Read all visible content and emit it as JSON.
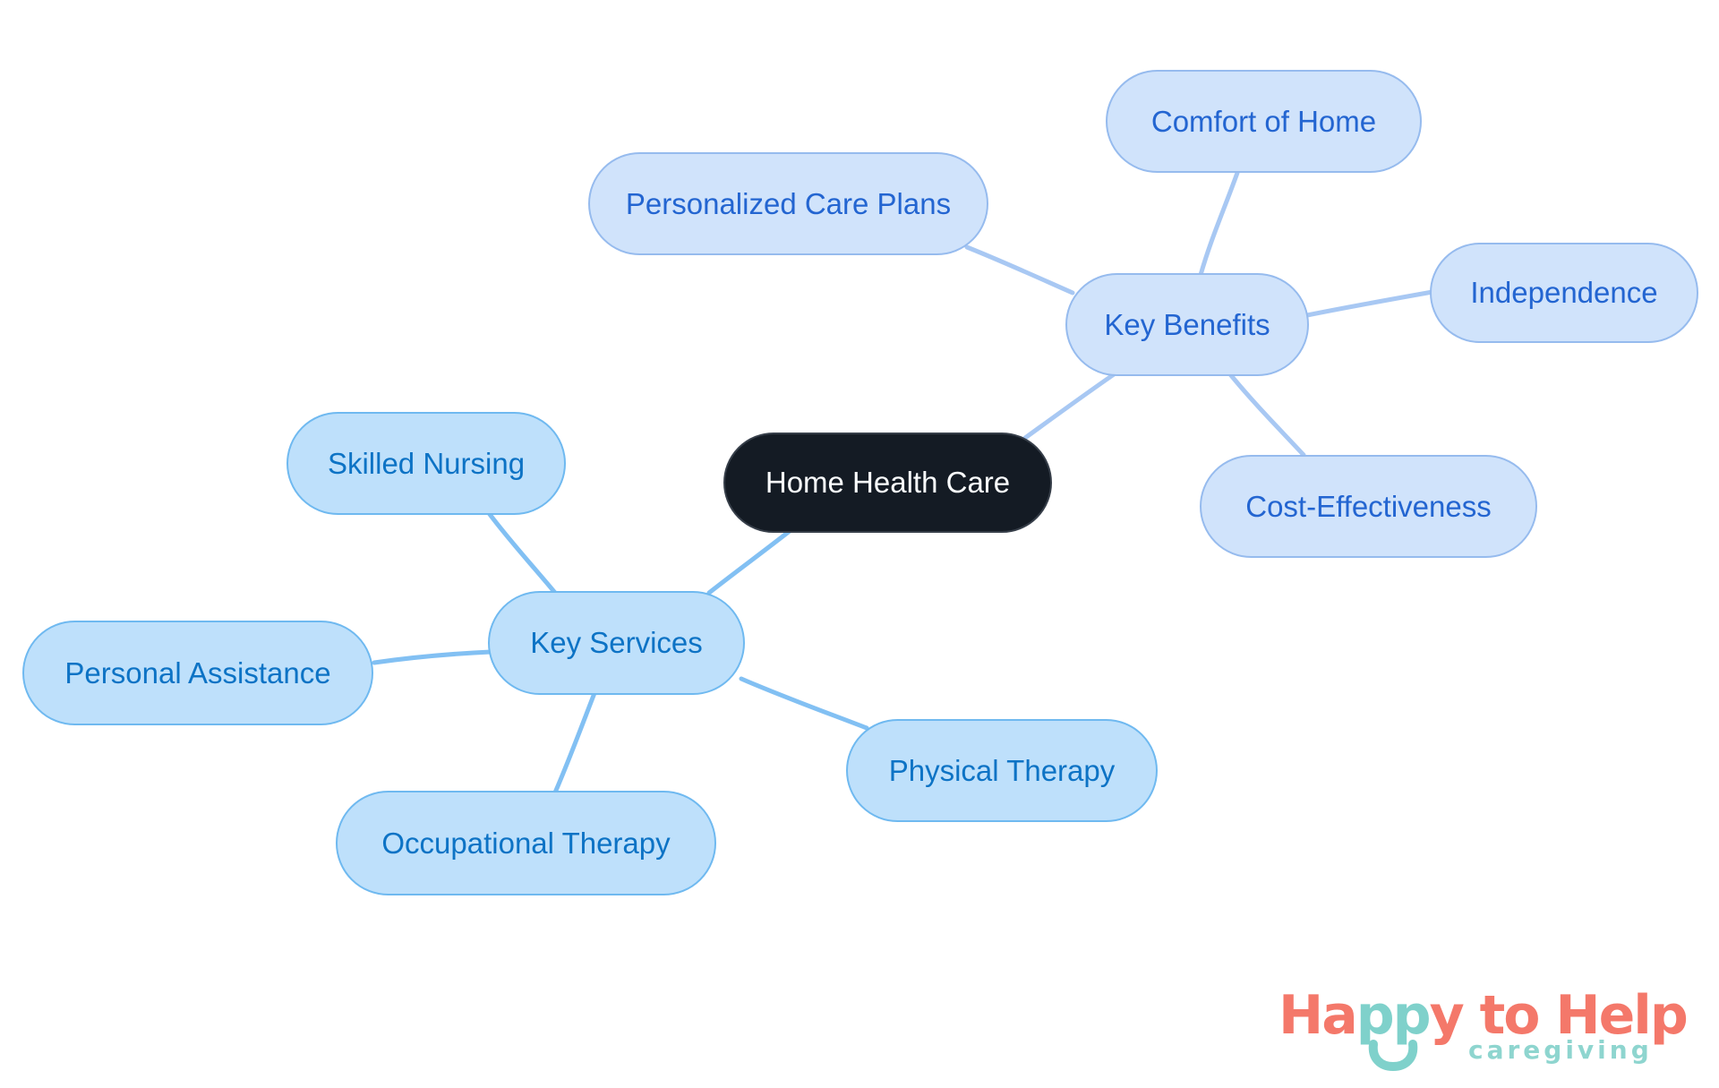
{
  "diagram": {
    "type": "mindmap",
    "root": {
      "label": "Home Health Care"
    },
    "branches": [
      {
        "label": "Key Benefits",
        "children": [
          {
            "label": "Personalized Care Plans"
          },
          {
            "label": "Comfort of Home"
          },
          {
            "label": "Independence"
          },
          {
            "label": "Cost-Effectiveness"
          }
        ]
      },
      {
        "label": "Key Services",
        "children": [
          {
            "label": "Skilled Nursing"
          },
          {
            "label": "Personal Assistance"
          },
          {
            "label": "Occupational Therapy"
          },
          {
            "label": "Physical Therapy"
          }
        ]
      }
    ]
  },
  "logo": {
    "segments": [
      {
        "text": "Ha",
        "color": "#F4786A"
      },
      {
        "text": "pp",
        "color": "#7FD1CB"
      },
      {
        "text": "y to Help",
        "color": "#F4786A"
      }
    ],
    "tagline": "caregiving",
    "tagline_color": "#8ED5CF",
    "smile_icon_color": "#7FD1CB"
  },
  "palette": {
    "background": "#FFFFFF",
    "root_fill": "#141B24",
    "root_text": "#FBFDFE",
    "benefits_fill": "#D0E3FB",
    "benefits_border": "#96BBEE",
    "benefits_text": "#2365D1",
    "benefits_edge": "#A8C8F3",
    "services_fill": "#BEE0FB",
    "services_border": "#6FB9F0",
    "services_text": "#0D73C5",
    "services_edge": "#82C0F3"
  }
}
